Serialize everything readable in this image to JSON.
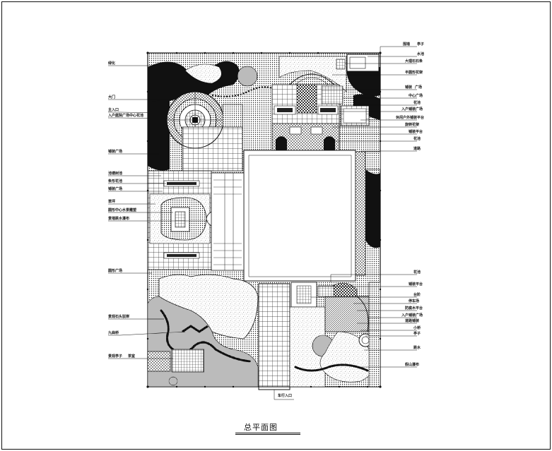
{
  "drawing": {
    "title": "总平面图",
    "labels_left": [
      "绿化",
      "大门",
      "主入口",
      "入户庭院广场中心花池",
      "铺装广场",
      "池塘树池",
      "条形花池",
      "铺装广场",
      "草坪",
      "圆形中心水景雕塑",
      "景墙跌水瀑布",
      "圆形广场",
      "景观石头驳岸",
      "九曲桥",
      "景观亭子",
      "茶室"
    ],
    "labels_right": [
      "围墙",
      "亭子",
      "水池",
      "大理石石条",
      "半圆形花架",
      "铺装",
      "广场",
      "中心广场",
      "花池",
      "入户铺装广场",
      "休闲户外铺装平台",
      "旋转花架",
      "铺装平台",
      "花池",
      "道路",
      "花池",
      "铺装平台",
      "台阶",
      "停车场",
      "防腐木平台",
      "入户铺装广场",
      "道路铺装",
      "小桥",
      "亭子",
      "跌水",
      "假山瀑布"
    ],
    "label_bottom": "车行入口"
  }
}
